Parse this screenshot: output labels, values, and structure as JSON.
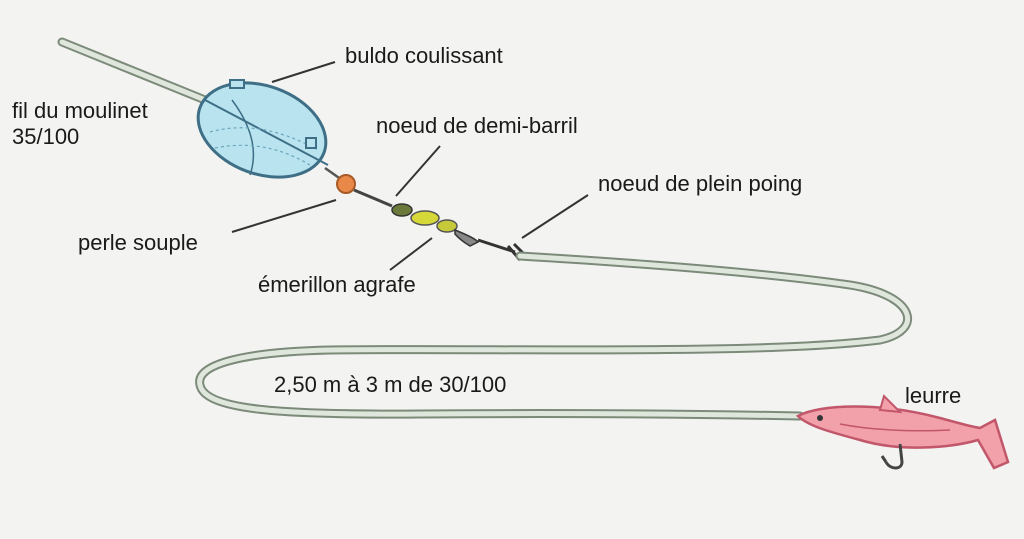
{
  "labels": {
    "bulldo": "buldo coulissant",
    "reel_line": "fil du moulinet",
    "reel_line_size": "35/100",
    "half_barrel": "noeud de demi-barril",
    "full_fist": "noeud de plein poing",
    "bead": "perle souple",
    "swivel": "émerillon agrafe",
    "leader": "2,50  m à 3 m de 30/100",
    "lure": "leurre"
  },
  "colors": {
    "line": "#7c8a7a",
    "line_fill": "#dfe7dc",
    "float_fill": "#b9e3ee",
    "float_stroke": "#3e6f86",
    "bead": "#e8894a",
    "swivel": "#d6d83a",
    "lure_fill": "#f2a1aa",
    "lure_stroke": "#c2566a"
  }
}
